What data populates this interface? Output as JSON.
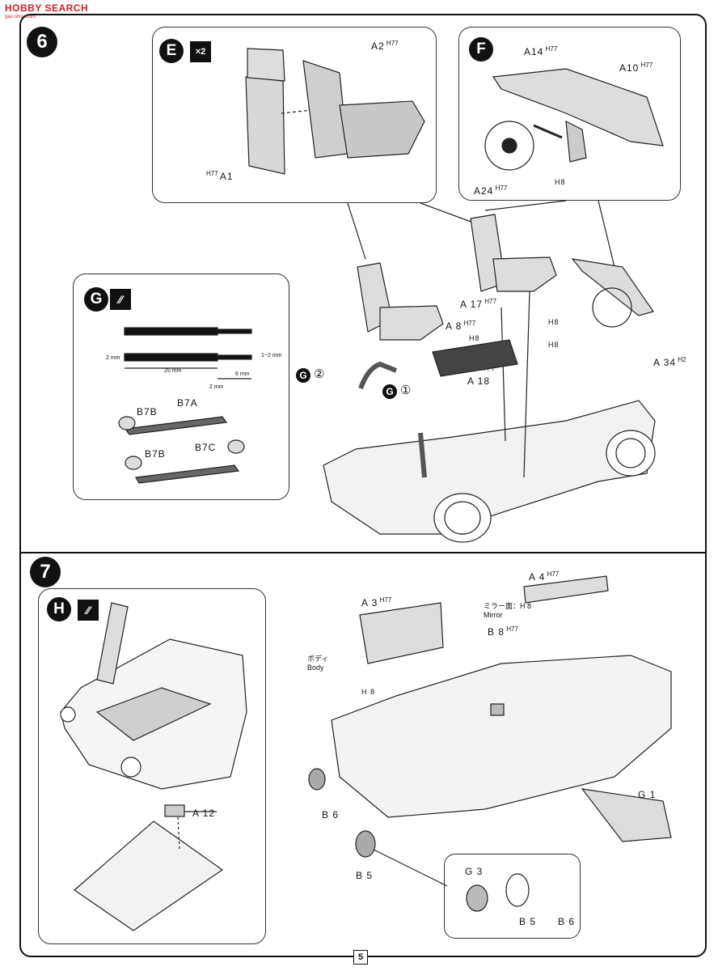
{
  "watermark": {
    "text": "HOBBY SEARCH",
    "sub": "gao-shou.com"
  },
  "page_number": "5",
  "step6": {
    "number": "6",
    "callout_E": {
      "letter": "E",
      "multiplier": "×2",
      "parts": {
        "A1": "A1",
        "A2": "A2"
      },
      "paint_A1": "H77",
      "paint_A2": "H77"
    },
    "callout_F": {
      "letter": "F",
      "parts": {
        "A14": "A14",
        "A10": "A10",
        "A24": "A24"
      },
      "paint_A14": "H77",
      "paint_A10": "H77",
      "paint_A24": "H77",
      "paint_hub": "H8"
    },
    "callout_G": {
      "letter": "G",
      "parts": [
        "B7B",
        "B7A",
        "B7B",
        "B7C"
      ],
      "dims": {
        "d2mm_a": "2 mm",
        "d1_2mm": "1~2 mm",
        "d25mm": "25 mm",
        "d6mm": "6 mm",
        "d2mm_b": "2 mm"
      }
    },
    "main_labels": {
      "A17": "A 17",
      "A17_paint": "H77",
      "A17_paint2": "H8",
      "A8": "A 8",
      "A8_paint": "H77",
      "A8_paint2": "H8",
      "A8_paint3": "H8",
      "A18": "A 18",
      "A18_paint": "H77",
      "A34": "A 34",
      "A34_paint": "H2",
      "G2": "G",
      "G2_num": "②",
      "G1": "G",
      "G1_num": "①"
    }
  },
  "step7": {
    "number": "7",
    "callout_H": {
      "letter": "H",
      "part": "A 12"
    },
    "labels": {
      "A3": "A 3",
      "A3_paint": "H77",
      "A4": "A 4",
      "A4_paint": "H77",
      "mirror_jp": "ミラー面：H 8",
      "mirror_en": "Mirror",
      "B8": "B 8",
      "B8_paint": "H77",
      "body_jp": "ボディ",
      "body_en": "Body",
      "H8": "H 8",
      "B6": "B 6",
      "B5": "B 5",
      "G1": "G 1",
      "detail_G3": "G 3",
      "detail_B5": "B 5",
      "detail_B6": "B 6"
    }
  }
}
